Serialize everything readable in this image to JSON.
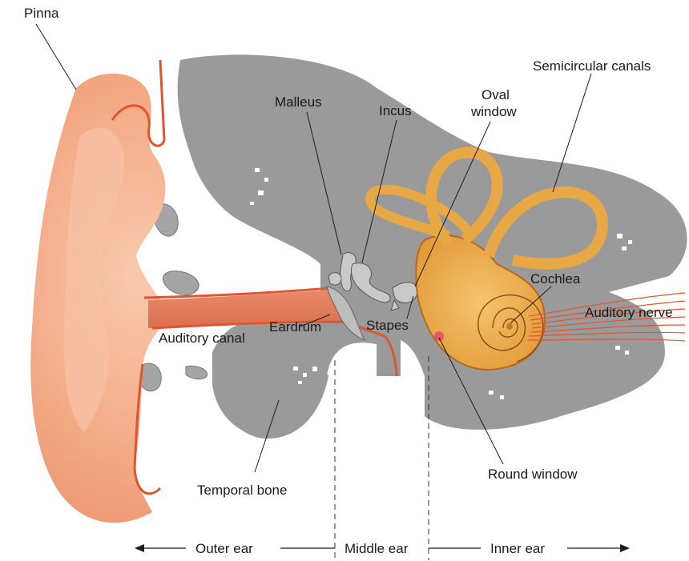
{
  "labels": {
    "pinna": "Pinna",
    "malleus": "Malleus",
    "incus": "Incus",
    "oval_window_1": "Oval",
    "oval_window_2": "window",
    "semicircular_canals": "Semicircular canals",
    "cochlea": "Cochlea",
    "auditory_nerve": "Auditory nerve",
    "auditory_canal": "Auditory canal",
    "eardrum": "Eardrum",
    "stapes": "Stapes",
    "temporal_bone": "Temporal bone",
    "round_window": "Round window"
  },
  "regions": {
    "outer_ear": "Outer ear",
    "middle_ear": "Middle ear",
    "inner_ear": "Inner ear"
  },
  "colors": {
    "skin": "#f2a883",
    "skin_light": "#f7c2a4",
    "skin_edge": "#e0552f",
    "bone": "#9a9a9a",
    "labyrinth": "#e8a845",
    "labyrinth_dark": "#b36a1e",
    "nerve": "#e0552f"
  }
}
